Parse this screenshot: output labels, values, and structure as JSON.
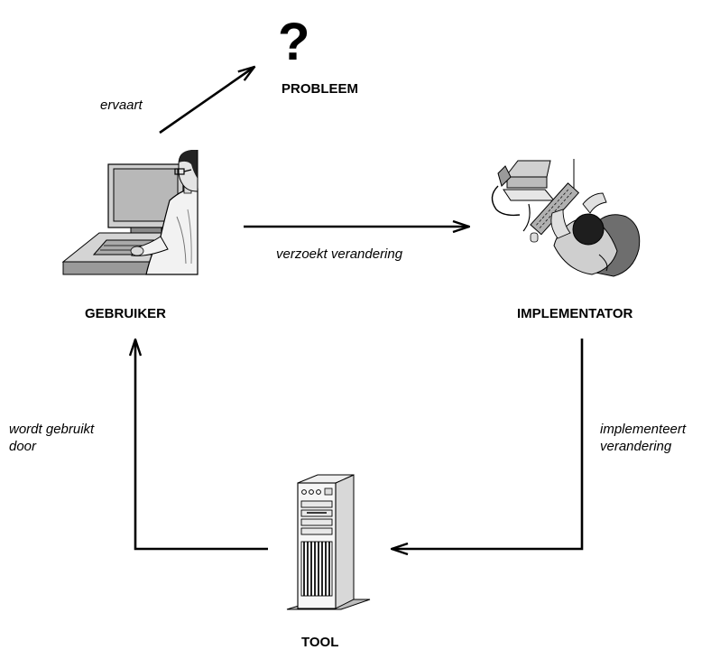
{
  "problem": {
    "symbol": "?",
    "label": "PROBLEEM"
  },
  "nodes": {
    "user": "GEBRUIKER",
    "implementor": "IMPLEMENTATOR",
    "tool": "TOOL"
  },
  "edges": {
    "experiences": "ervaart",
    "requests_change": "verzoekt verandering",
    "implements_change_line1": "implementeert",
    "implements_change_line2": "verandering",
    "used_by_line1": "wordt gebruikt",
    "used_by_line2": "door"
  },
  "icons": [
    "computer-user-icon",
    "top-down-worker-icon",
    "tower-computer-icon"
  ],
  "colors": {
    "ink": "#000000",
    "background": "#ffffff"
  }
}
